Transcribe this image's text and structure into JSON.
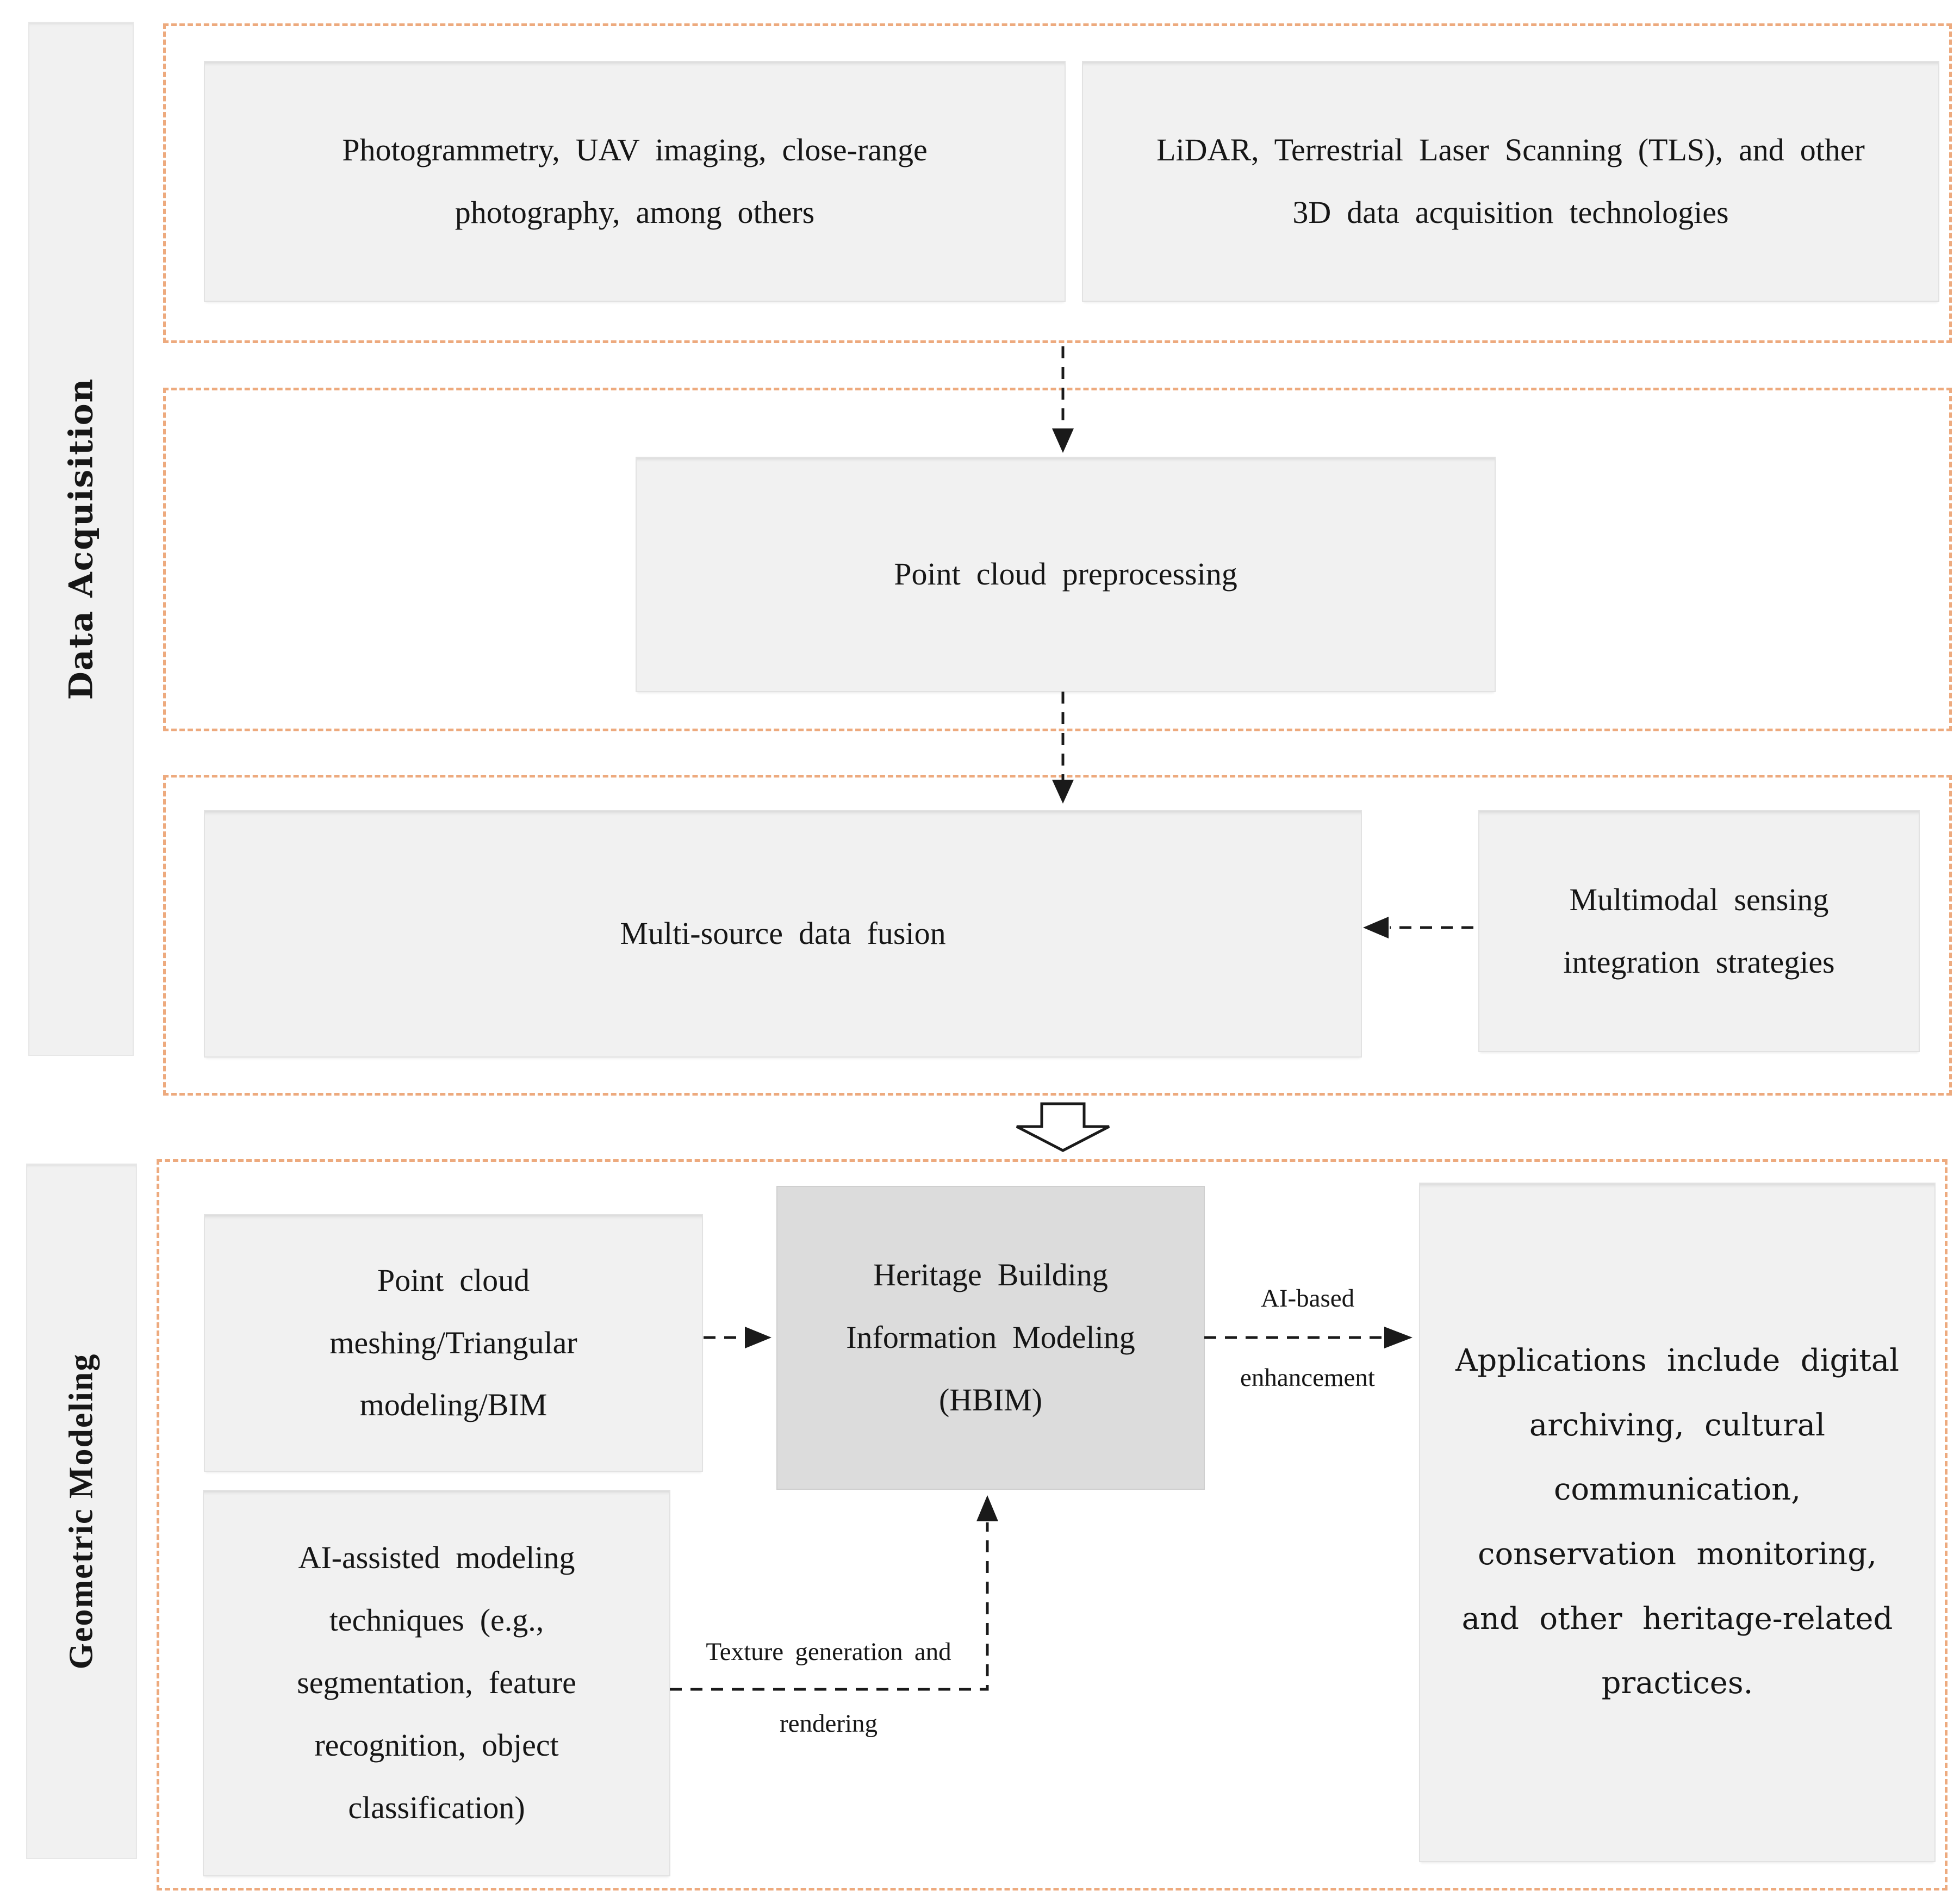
{
  "colors": {
    "section_dash": "#edaa7e",
    "box_fill": "#f1f1f1",
    "box_border": "#e2e2e2",
    "hbim_fill": "#dcdcdc",
    "arrow": "#1a1a1a",
    "text": "#161616"
  },
  "sidebar": {
    "data_acquisition_label": "Data Acquisition",
    "geometric_modeling_label": "Geometric Modeling"
  },
  "boxes": {
    "photogrammetry": "Photogrammetry, UAV imaging, close-range\nphotography, among others",
    "lidar": "LiDAR, Terrestrial Laser Scanning (TLS), and other\n3D data acquisition technologies",
    "preprocessing": "Point cloud preprocessing",
    "fusion": "Multi-source data fusion",
    "multimodal": "Multimodal sensing\nintegration strategies",
    "meshing": "Point cloud\nmeshing/Triangular\nmodeling/BIM",
    "hbim": "Heritage Building\nInformation Modeling\n(HBIM)",
    "ai_assisted": "AI-assisted modeling\ntechniques (e.g.,\nsegmentation, feature\nrecognition, object\nclassification)",
    "applications": "Applications include digital\narchiving, cultural\ncommunication,\nconservation monitoring,\nand other heritage-related\npractices."
  },
  "arrow_labels": {
    "ai_based_line1": "AI-based",
    "ai_based_line2": "enhancement",
    "texture_line1": "Texture generation and",
    "texture_line2": "rendering"
  }
}
